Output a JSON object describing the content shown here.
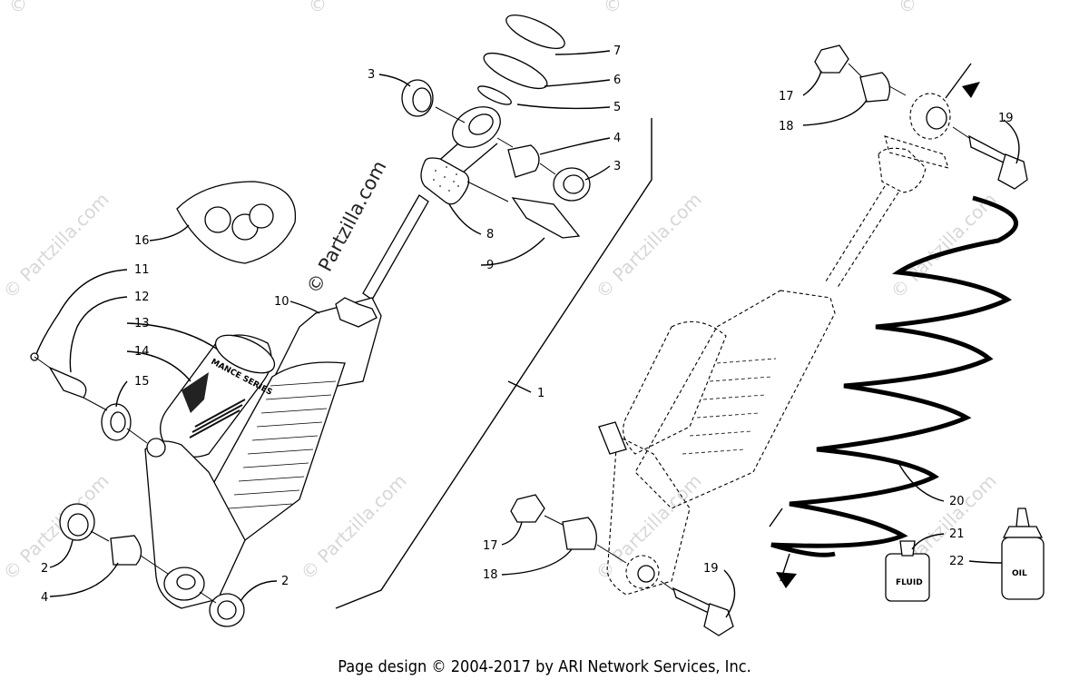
{
  "diagram": {
    "callouts": [
      {
        "id": "c7",
        "text": "7"
      },
      {
        "id": "c6",
        "text": "6"
      },
      {
        "id": "c5",
        "text": "5"
      },
      {
        "id": "c4a",
        "text": "4"
      },
      {
        "id": "c3a",
        "text": "3"
      },
      {
        "id": "c3b",
        "text": "3"
      },
      {
        "id": "c8",
        "text": "8"
      },
      {
        "id": "c9",
        "text": "9"
      },
      {
        "id": "c16",
        "text": "16"
      },
      {
        "id": "c11",
        "text": "11"
      },
      {
        "id": "c12",
        "text": "12"
      },
      {
        "id": "c13",
        "text": "13"
      },
      {
        "id": "c14",
        "text": "14"
      },
      {
        "id": "c15",
        "text": "15"
      },
      {
        "id": "c10",
        "text": "10"
      },
      {
        "id": "c1",
        "text": "1"
      },
      {
        "id": "c2a",
        "text": "2"
      },
      {
        "id": "c4b",
        "text": "4"
      },
      {
        "id": "c2b",
        "text": "2"
      },
      {
        "id": "c17a",
        "text": "17"
      },
      {
        "id": "c18a",
        "text": "18"
      },
      {
        "id": "c19a",
        "text": "19"
      },
      {
        "id": "c17b",
        "text": "17"
      },
      {
        "id": "c18b",
        "text": "18"
      },
      {
        "id": "c19b",
        "text": "19"
      },
      {
        "id": "c20",
        "text": "20"
      },
      {
        "id": "c21",
        "text": "21"
      },
      {
        "id": "c22",
        "text": "22"
      }
    ],
    "bottle_labels": {
      "fluid": "FLUID",
      "oil": "OIL"
    },
    "shock_band_text": "MANCE SERIES",
    "watermark_main": "© Partzilla.com",
    "watermark_faint": "© Partzilla.com",
    "footer": "Page design © 2004-2017 by ARI Network Services, Inc."
  }
}
